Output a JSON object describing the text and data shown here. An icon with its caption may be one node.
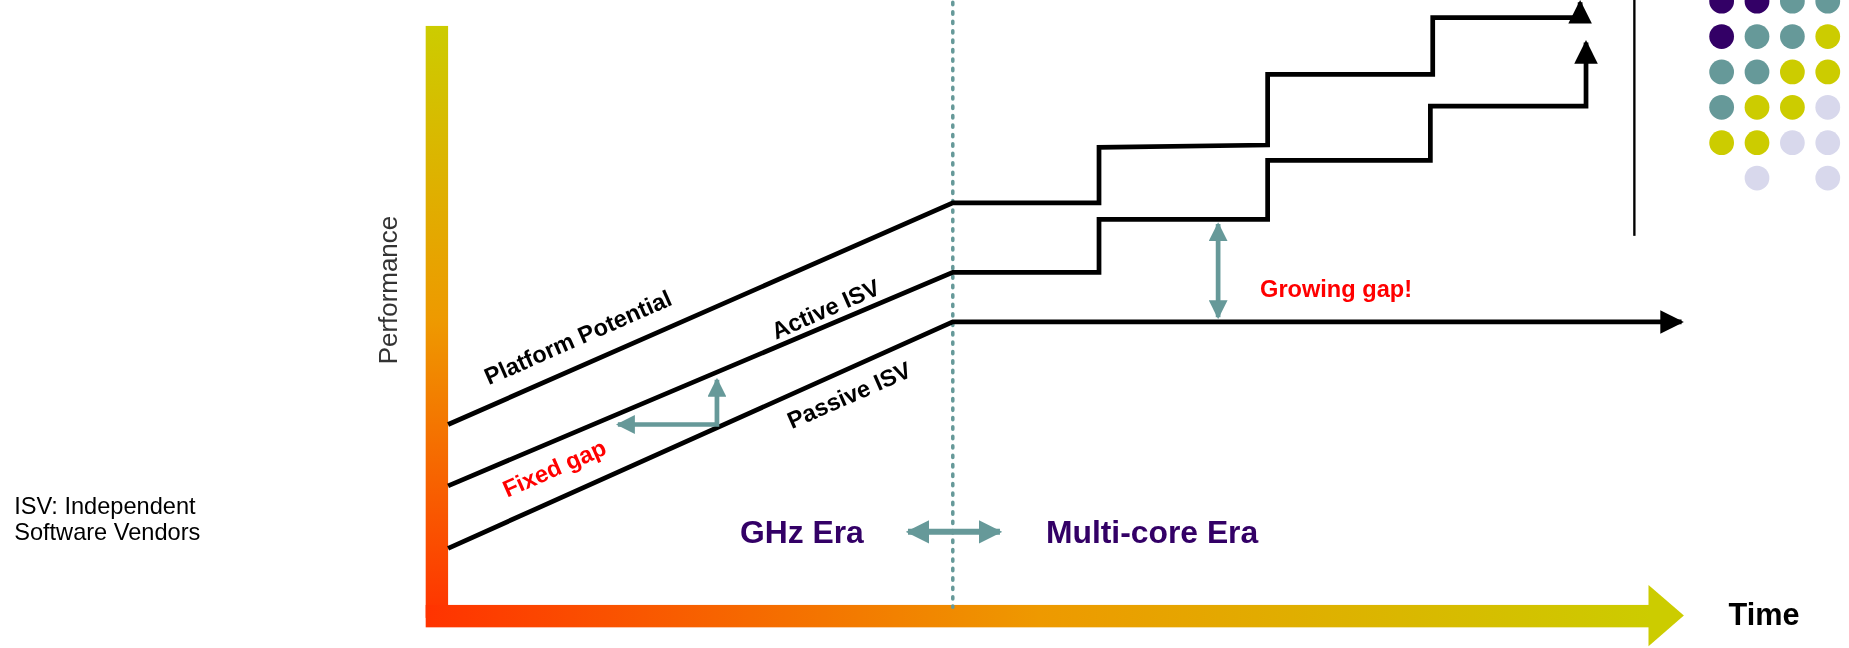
{
  "diagram": {
    "labels": [
      "Performance",
      "Time",
      "Platform Potential",
      "Active ISV",
      "Passive ISV",
      "Fixed gap",
      "Growing gap!",
      "GHz Era",
      "Multi-core Era",
      "ISV: Independent Software Vendors"
    ]
  }
}
